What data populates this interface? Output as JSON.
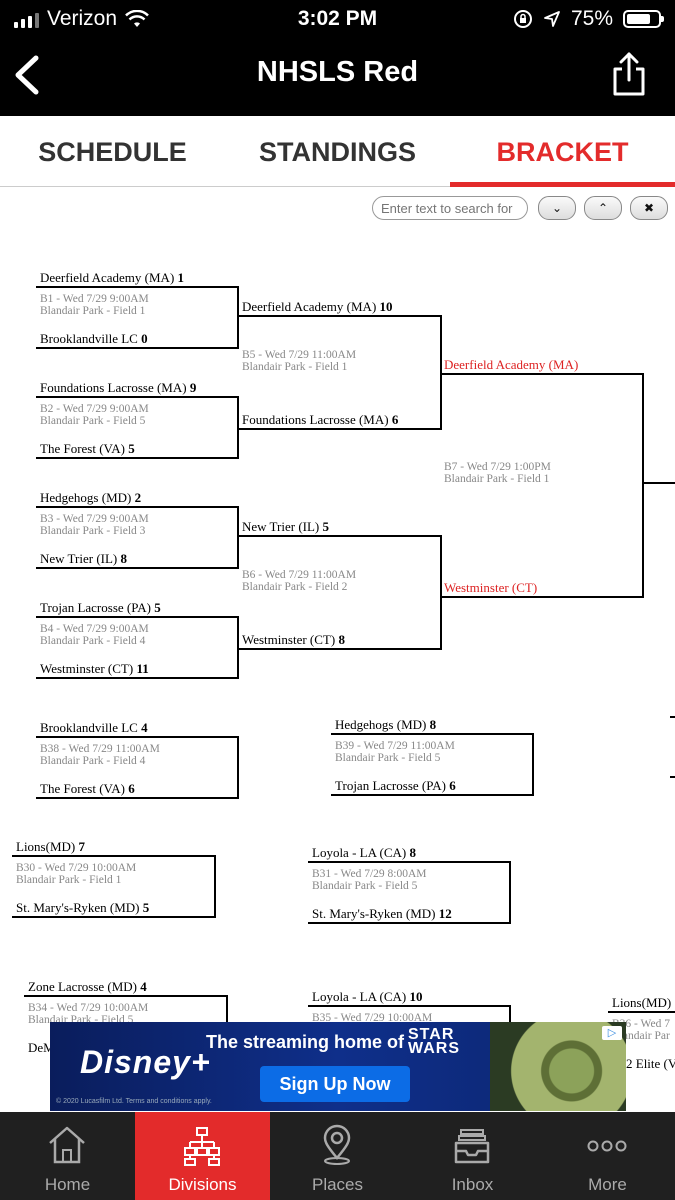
{
  "status": {
    "carrier": "Verizon",
    "time": "3:02 PM",
    "battery": "75%",
    "battery_level": 0.75
  },
  "nav": {
    "title": "NHSLS Red"
  },
  "tabs": [
    {
      "label": "SCHEDULE",
      "active": false
    },
    {
      "label": "STANDINGS",
      "active": false
    },
    {
      "label": "BRACKET",
      "active": true
    }
  ],
  "search": {
    "placeholder": "Enter text to search for",
    "down_label": "⌄",
    "up_label": "⌃",
    "clear_label": "✖"
  },
  "bracket": {
    "teams": [
      {
        "name": "Deerfield Academy (MA)",
        "score": "1"
      },
      {
        "name": "Brooklandville LC",
        "score": "0"
      },
      {
        "name": "Foundations Lacrosse (MA)",
        "score": "9"
      },
      {
        "name": "The Forest (VA)",
        "score": "5"
      },
      {
        "name": "Hedgehogs (MD)",
        "score": "2"
      },
      {
        "name": "New Trier (IL)",
        "score": "8"
      },
      {
        "name": "Trojan Lacrosse (PA)",
        "score": "5"
      },
      {
        "name": "Westminster (CT)",
        "score": "11"
      },
      {
        "name": "Deerfield Academy (MA)",
        "score": "10"
      },
      {
        "name": "Foundations Lacrosse (MA)",
        "score": "6"
      },
      {
        "name": "New Trier (IL)",
        "score": "5"
      },
      {
        "name": "Westminster (CT)",
        "score": "8"
      },
      {
        "name": "Deerfield Academy (MA)",
        "score": ""
      },
      {
        "name": "Westminster (CT)",
        "score": ""
      },
      {
        "name": "Brooklandville LC",
        "score": "4"
      },
      {
        "name": "The Forest (VA)",
        "score": "6"
      },
      {
        "name": "Hedgehogs (MD)",
        "score": "8"
      },
      {
        "name": "Trojan Lacrosse (PA)",
        "score": "6"
      },
      {
        "name": "Lions(MD)",
        "score": "7"
      },
      {
        "name": "St. Mary's-Ryken (MD)",
        "score": "5"
      },
      {
        "name": "Loyola - LA (CA)",
        "score": "8"
      },
      {
        "name": "St. Mary's-Ryken (MD)",
        "score": "12"
      },
      {
        "name": "Zone Lacrosse (MD)",
        "score": "4"
      },
      {
        "name": "DeM",
        "score": ""
      },
      {
        "name": "Loyola - LA (CA)",
        "score": "10"
      },
      {
        "name": "Lions(MD)",
        "score": ""
      },
      {
        "name": "2 Elite (V",
        "score": ""
      }
    ],
    "games": [
      {
        "line1": "B1 - Wed 7/29 9:00AM",
        "line2": "Blandair Park - Field 1"
      },
      {
        "line1": "B2 - Wed 7/29 9:00AM",
        "line2": "Blandair Park - Field 5"
      },
      {
        "line1": "B3 - Wed 7/29 9:00AM",
        "line2": "Blandair Park - Field 3"
      },
      {
        "line1": "B4 - Wed 7/29 9:00AM",
        "line2": "Blandair Park - Field 4"
      },
      {
        "line1": "B5 - Wed 7/29 11:00AM",
        "line2": "Blandair Park - Field 1"
      },
      {
        "line1": "B6 - Wed 7/29 11:00AM",
        "line2": "Blandair Park - Field 2"
      },
      {
        "line1": "B7 - Wed 7/29 1:00PM",
        "line2": "Blandair Park - Field 1"
      },
      {
        "line1": "B38 - Wed 7/29 11:00AM",
        "line2": "Blandair Park - Field 4"
      },
      {
        "line1": "B39 - Wed 7/29 11:00AM",
        "line2": "Blandair Park - Field 5"
      },
      {
        "line1": "B30 - Wed 7/29 10:00AM",
        "line2": "Blandair Park - Field 1"
      },
      {
        "line1": "B31 - Wed 7/29 8:00AM",
        "line2": "Blandair Park - Field 5"
      },
      {
        "line1": "B34 - Wed 7/29 10:00AM",
        "line2": "Blandair Park - Field 5"
      },
      {
        "line1": "B35 - Wed 7/29 10:00AM",
        "line2": ""
      },
      {
        "line1": "B36 - Wed 7",
        "line2": "Blandair Par"
      }
    ]
  },
  "ad": {
    "brand": "Disney+",
    "tagline": "The streaming home of",
    "franchise_line1": "STAR",
    "franchise_line2": "WARS",
    "cta": "Sign Up Now",
    "fine_print": "© 2020 Lucasfilm Ltd. Terms and conditions apply."
  },
  "bottom_nav": [
    {
      "label": "Home",
      "icon": "home-icon",
      "active": false
    },
    {
      "label": "Divisions",
      "icon": "bracket-tree-icon",
      "active": true
    },
    {
      "label": "Places",
      "icon": "map-pin-icon",
      "active": false
    },
    {
      "label": "Inbox",
      "icon": "inbox-tray-icon",
      "active": false
    },
    {
      "label": "More",
      "icon": "more-dots-icon",
      "active": false
    }
  ],
  "colors": {
    "accent": "#e32b2b",
    "topbar": "#000000",
    "bottombar": "#202020",
    "winner": "#dd2222"
  }
}
